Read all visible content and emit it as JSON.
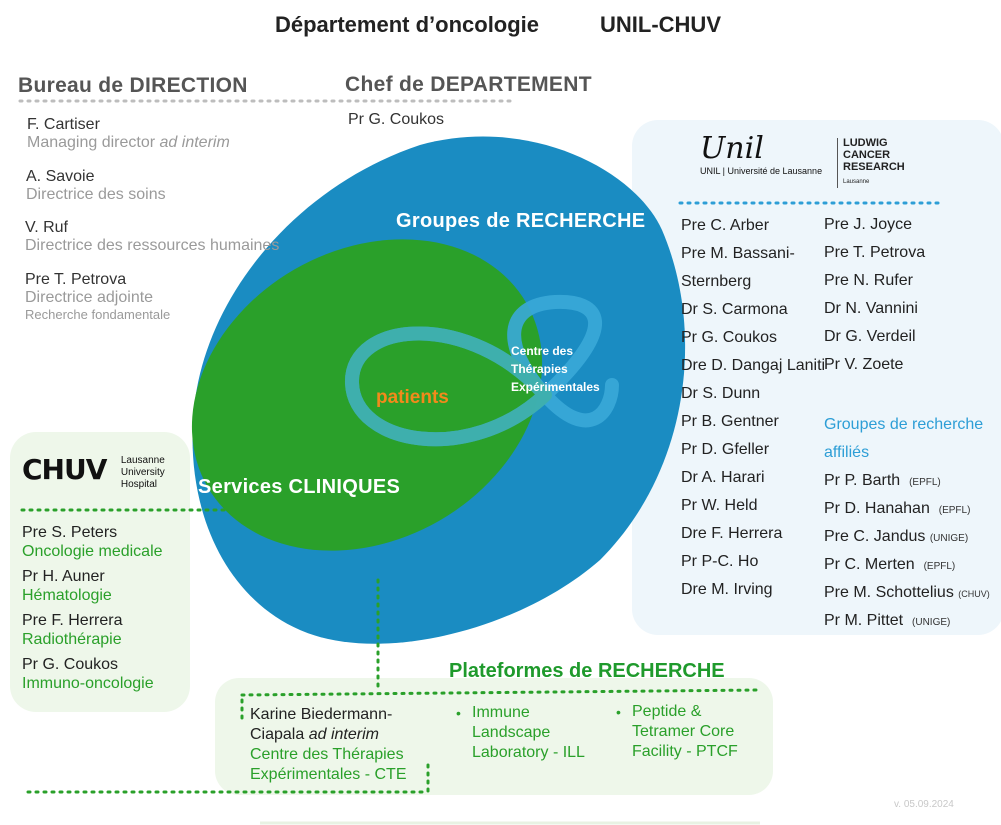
{
  "header": {
    "title": "Département d’oncologie",
    "institution": "UNIL-CHUV"
  },
  "bureau": {
    "title": "Bureau de DIRECTION",
    "members": [
      {
        "name": "F. Cartiser",
        "role": "Managing director",
        "role_italic": "ad interim"
      },
      {
        "name": "A. Savoie",
        "role": "Directrice des soins"
      },
      {
        "name": "V. Ruf",
        "role": "Directrice des ressources humaines"
      },
      {
        "name": "Pre T. Petrova",
        "role": "Directrice adjointe",
        "subrole": "Recherche fondamentale"
      }
    ]
  },
  "chef": {
    "title": "Chef de DEPARTEMENT",
    "name": "Pr G. Coukos"
  },
  "logos": {
    "unil_script": "Unil",
    "unil_caption": "UNIL | Université de Lausanne",
    "ludwig_line1": "LUDWIG",
    "ludwig_line2": "CANCER",
    "ludwig_line3": "RESEARCH",
    "ludwig_sub": "Lausanne",
    "chuv_mark": "CHUV",
    "chuv_line1": "Lausanne",
    "chuv_line2": "University",
    "chuv_line3": "Hospital"
  },
  "recherche": {
    "title": "Groupes de RECHERCHE",
    "col1": [
      "Pre C. Arber",
      "Pre M. Bassani-",
      "Sternberg",
      "Dr S. Carmona",
      "Pr G. Coukos",
      "Dre D. Dangaj Laniti",
      "Dr S. Dunn",
      "Pr B. Gentner",
      "Pr D. Gfeller",
      "Dr A. Harari",
      "Pr W. Held",
      "Dre F. Herrera",
      "Pr P-C. Ho",
      "Dre M. Irving"
    ],
    "col2": [
      "Pre J. Joyce",
      "Pre T. Petrova",
      "Pre N. Rufer",
      "Dr N. Vannini",
      "Dr G. Verdeil",
      "Pr V. Zoete"
    ],
    "affiliated_title_1": "Groupes de recherche",
    "affiliated_title_2": "affiliés",
    "affiliated": [
      {
        "name": "Pr P. Barth",
        "inst": "(EPFL)"
      },
      {
        "name": "Pr D. Hanahan",
        "inst": "(EPFL)"
      },
      {
        "name": "Pre C. Jandus",
        "inst": "(UNIGE)"
      },
      {
        "name": "Pr C. Merten",
        "inst": "(EPFL)"
      },
      {
        "name": "Pre M. Schottelius",
        "inst": "(CHUV)"
      },
      {
        "name": "Pr M. Pittet",
        "inst": "(UNIGE)"
      }
    ]
  },
  "center": {
    "patients": "patients",
    "cte_line1": "Centre des",
    "cte_line2": "Thérapies",
    "cte_line3": "Expérimentales"
  },
  "cliniques": {
    "title": "Services CLINIQUES",
    "services": [
      {
        "name": "Pre S. Peters",
        "specialty": "Oncologie medicale"
      },
      {
        "name": "Pr H. Auner",
        "specialty": "Hématologie"
      },
      {
        "name": "Pre F. Herrera",
        "specialty": "Radiothérapie"
      },
      {
        "name": "Pr G. Coukos",
        "specialty": "Immuno-oncologie"
      }
    ]
  },
  "plateformes": {
    "title": "Plateformes de RECHERCHE",
    "cte_lead_1": "Karine Biedermann-",
    "cte_lead_2": "Ciapala",
    "cte_lead_italic": "ad interim",
    "cte_name_1": "Centre des Thérapies",
    "cte_name_2": "Expérimentales - CTE",
    "items": [
      {
        "lines": [
          "Immune",
          "Landscape",
          "Laboratory - ILL"
        ]
      },
      {
        "lines": [
          "Peptide &",
          "Tetramer Core",
          "Facility - PTCF"
        ]
      }
    ]
  },
  "version": "v. 05.09.2024",
  "colors": {
    "blue": "#1a8cc2",
    "green": "#2aa02a",
    "orange": "#f28a1b",
    "loop": "#3aa8d8"
  }
}
